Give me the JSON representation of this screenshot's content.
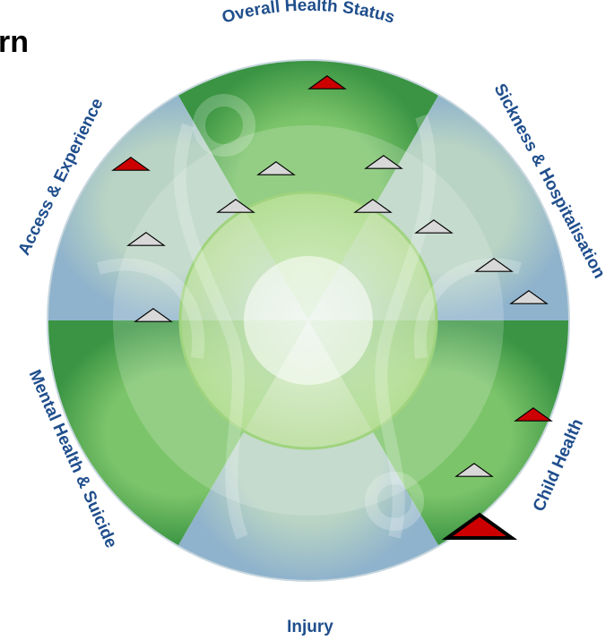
{
  "page": {
    "title_fragment": "rn"
  },
  "segments": [
    {
      "name": "overall-health-status",
      "label": "Overall Health Status"
    },
    {
      "name": "sickness-hospitalisation",
      "label": "Sickness & Hospitalisation"
    },
    {
      "name": "child-health",
      "label": "Child Health"
    },
    {
      "name": "injury",
      "label": "Injury"
    },
    {
      "name": "mental-health-suicide",
      "label": "Mental Health & Suicide"
    },
    {
      "name": "access-experience",
      "label": "Access & Experience"
    }
  ],
  "indicators": [
    {
      "status": "red",
      "emphasis": false
    },
    {
      "status": "grey",
      "emphasis": false
    },
    {
      "status": "grey",
      "emphasis": false
    },
    {
      "status": "grey",
      "emphasis": false
    },
    {
      "status": "grey",
      "emphasis": false
    },
    {
      "status": "grey",
      "emphasis": false
    },
    {
      "status": "grey",
      "emphasis": false
    },
    {
      "status": "grey",
      "emphasis": false
    },
    {
      "status": "grey",
      "emphasis": false
    },
    {
      "status": "red",
      "emphasis": false
    },
    {
      "status": "grey",
      "emphasis": false
    },
    {
      "status": "red",
      "emphasis": true
    },
    {
      "status": "red",
      "emphasis": false
    },
    {
      "status": "grey",
      "emphasis": false
    },
    {
      "status": "grey",
      "emphasis": false
    }
  ],
  "colors": {
    "red": "#cc0000",
    "grey": "#d8d8d8",
    "label": "#1f4e8c",
    "dark_green": "#3e9b40",
    "light_green": "#8fcf6f",
    "blue_grey": "#aec6d3"
  }
}
